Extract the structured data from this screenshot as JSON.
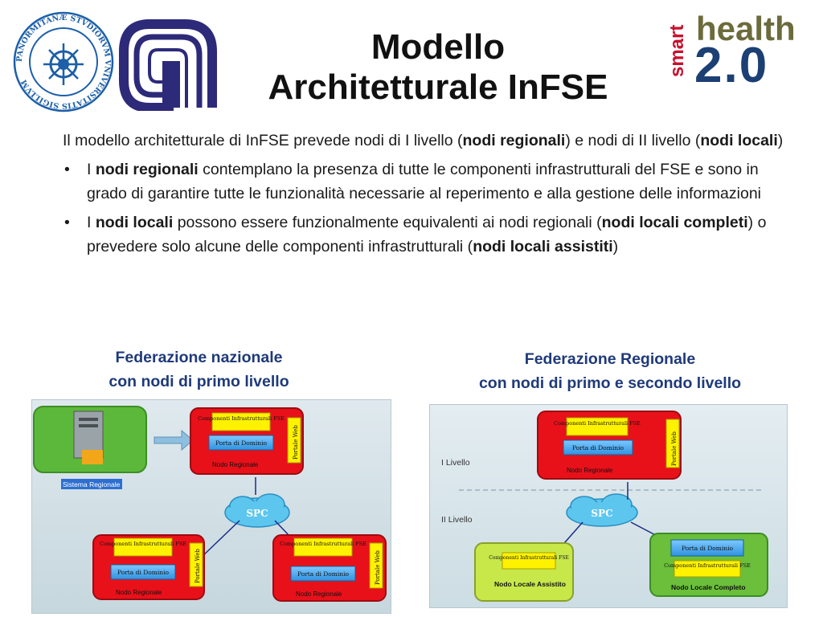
{
  "header": {
    "title_line1": "Modello",
    "title_line2": "Architetturale InFSE",
    "logo_smart_health": {
      "smart": "smart",
      "health": "health",
      "version": "2.0"
    },
    "logo_seal_text": "PANORMITANÆ STVDIORVM VNIVERSITATIS SIGILLVM"
  },
  "body": {
    "intro": {
      "p1": "Il modello architetturale di InFSE prevede nodi di I livello (",
      "b1": "nodi regionali",
      "p2": ") e nodi di II livello (",
      "b2": "nodi locali",
      "p3": ")"
    },
    "bullets": [
      {
        "bullet": "•",
        "t1": "I ",
        "b1": "nodi regionali",
        "t2": " contemplano la presenza di tutte le componenti infrastrutturali del FSE e sono in grado di garantire tutte le funzionalità necessarie al reperimento e alla gestione delle informazioni"
      },
      {
        "bullet": "•",
        "t1": "I ",
        "b1": "nodi locali",
        "t2": " possono essere funzionalmente equivalenti ai nodi regionali (",
        "b2": "nodi locali completi",
        "t3": ") o prevedere solo alcune delle componenti infrastrutturali (",
        "b3": "nodi locali assistiti",
        "t4": ")"
      }
    ]
  },
  "captions": {
    "left_line1": "Federazione nazionale",
    "left_line2": "con nodi di primo livello",
    "right_line1": "Federazione Regionale",
    "right_line2": "con nodi di primo e secondo livello"
  },
  "diagram_left": {
    "sistema": "Sistema Regionale",
    "componenti": "Componenti Infrastrutturali FSE",
    "porta": "Porta di Dominio",
    "portale": "Portale Web",
    "nodo": "Nodo Regionale",
    "spc": "SPC"
  },
  "diagram_right": {
    "level1": "I Livello",
    "level2": "II Livello",
    "componenti": "Componenti Infrastrutturali FSE",
    "porta": "Porta di Dominio",
    "portale": "Portale Web",
    "nodo": "Nodo Regionale",
    "spc": "SPC",
    "assistito": "Nodo  Locale Assistito",
    "completo": "Nodo Locale Completo"
  },
  "colors": {
    "caption": "#1f3a7a",
    "node_red": "#e8111a",
    "node_green": "#6bbf3a",
    "node_lime": "#c8e84a",
    "component_yellow": "#fff200",
    "porta_blue": "#3fa9f5",
    "cloud_blue": "#5cc6ef"
  }
}
